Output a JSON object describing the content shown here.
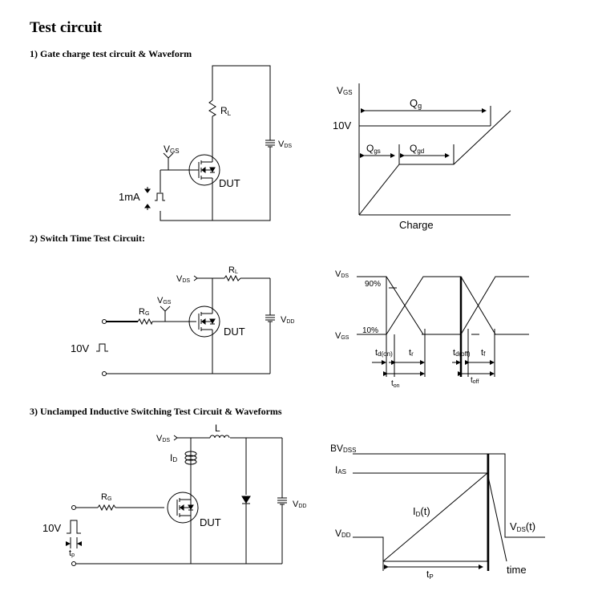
{
  "page": {
    "title": "Test circuit"
  },
  "sections": [
    {
      "label": "1)  Gate charge test circuit & Waveform"
    },
    {
      "label": "2)  Switch Time Test Circuit:"
    },
    {
      "label": "3)  Unclamped Inductive Switching Test Circuit & Waveforms"
    }
  ],
  "gate_charge": {
    "circuit": {
      "rl": "R",
      "rl_sub": "L",
      "vds": "V",
      "vds_sub": "DS",
      "vgs": "V",
      "vgs_sub": "GS",
      "dut": "DUT",
      "source": "1mA"
    },
    "waveform": {
      "vgs": "V",
      "vgs_sub": "GS",
      "v10": "10V",
      "qg": "Q",
      "qg_sub": "g",
      "qgs": "Q",
      "qgs_sub": "gs",
      "qgd": "Q",
      "qgd_sub": "gd",
      "charge": "Charge"
    }
  },
  "switch_time": {
    "circuit": {
      "vds": "V",
      "vds_sub": "DS",
      "rl": "R",
      "rl_sub": "L",
      "vgs": "V",
      "vgs_sub": "GS",
      "rg": "R",
      "rg_sub": "G",
      "dut": "DUT",
      "vdd": "V",
      "vdd_sub": "DD",
      "source": "10V"
    },
    "waveform": {
      "vds": "V",
      "vds_sub": "DS",
      "vgs": "V",
      "vgs_sub": "GS",
      "p90": "90%",
      "p10": "10%",
      "tdon": "t",
      "tdon_sub": "d(on)",
      "tr": "t",
      "tr_sub": "r",
      "tdoff": "t",
      "tdoff_sub": "d(off)",
      "tf": "t",
      "tf_sub": "f",
      "ton": "t",
      "ton_sub": "on",
      "toff": "t",
      "toff_sub": "off"
    }
  },
  "uis": {
    "circuit": {
      "vds": "V",
      "vds_sub": "DS",
      "l": "L",
      "id": "I",
      "id_sub": "D",
      "rg": "R",
      "rg_sub": "G",
      "vdd": "V",
      "vdd_sub": "DD",
      "dut": "DUT",
      "source": "10V",
      "tp": "t",
      "tp_sub": "p"
    },
    "waveform": {
      "bvdss": "BV",
      "bvdss_sub": "DSS",
      "ias": "I",
      "ias_sub": "AS",
      "vdd": "V",
      "vdd_sub": "DD",
      "idt": "I",
      "idt_sub": "D",
      "idt_suffix": "(t)",
      "vdst": "V",
      "vdst_sub": "DS",
      "vdst_suffix": "(t)",
      "tp": "t",
      "tp_sub": "P",
      "time": "time"
    }
  }
}
